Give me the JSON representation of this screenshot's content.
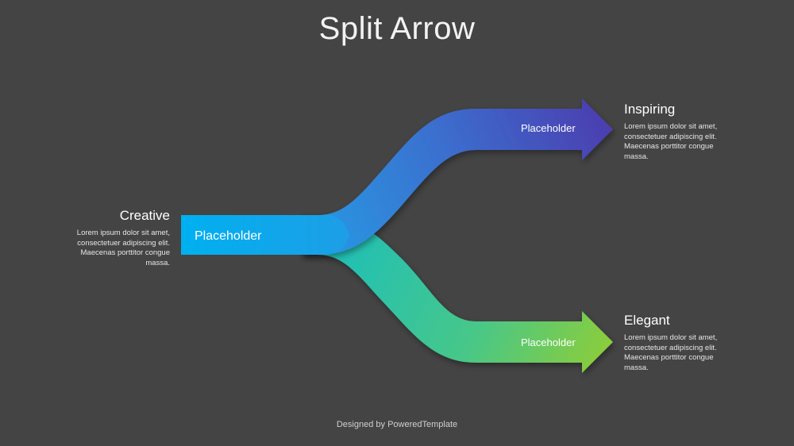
{
  "title": "Split Arrow",
  "colors": {
    "background": "#444444",
    "stem": "#00b0f0",
    "top_branch_end": "#4b3fb0",
    "bottom_branch_start": "#22c4b0",
    "bottom_branch_end": "#8ccd3a"
  },
  "arrow": {
    "stem_label": "Placeholder",
    "top_label": "Placeholder",
    "bottom_label": "Placeholder"
  },
  "left_block": {
    "heading": "Creative",
    "body_lines": [
      "Lorem  ipsum dolor sit amet,",
      "consectetuer  adipiscing elit.",
      "Maecenas porttitor congue",
      "massa."
    ]
  },
  "top_block": {
    "heading": "Inspiring",
    "body_lines": [
      "Lorem  ipsum dolor sit amet,",
      "consectetuer  adipiscing elit.",
      "Maecenas porttitor congue",
      "massa."
    ]
  },
  "bottom_block": {
    "heading": "Elegant",
    "body_lines": [
      "Lorem  ipsum dolor sit amet,",
      "consectetuer  adipiscing elit.",
      "Maecenas porttitor congue",
      "massa."
    ]
  },
  "footer": "Designed by PoweredTemplate"
}
